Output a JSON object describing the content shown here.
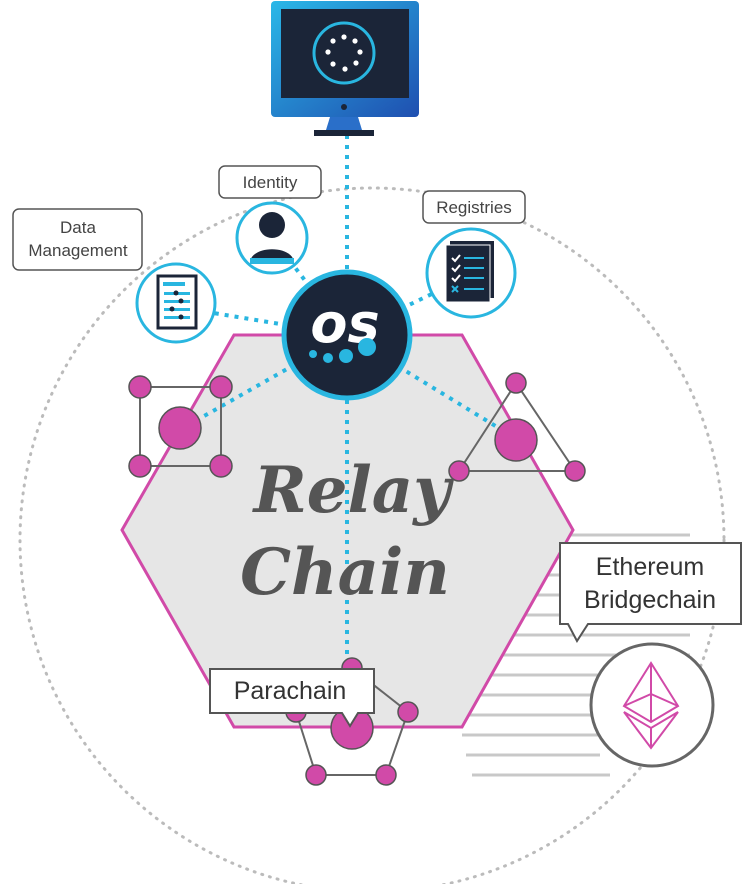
{
  "diagram": {
    "center_label_line1": "Relay",
    "center_label_line2": "Chain",
    "hub_logo": "os",
    "labels": {
      "identity": "Identity",
      "data_management_line1": "Data",
      "data_management_line2": "Management",
      "registries": "Registries",
      "ethereum_line1": "Ethereum",
      "ethereum_line2": "Bridgechain",
      "parachain": "Parachain"
    },
    "icons": [
      "monitor-icon",
      "person-icon",
      "document-icon",
      "checklist-icon",
      "ethereum-icon"
    ],
    "colors": {
      "navy": "#1b2538",
      "cyan": "#29b6e0",
      "magenta": "#d14aa8",
      "hexagon_fill": "#e6e6e6",
      "hexagon_stroke": "#d14aa8",
      "dotted_circle": "#bbbbbb"
    }
  }
}
